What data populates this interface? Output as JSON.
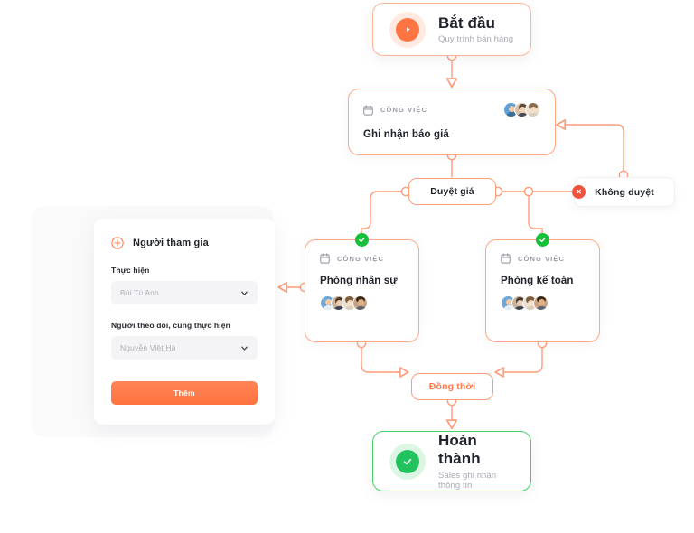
{
  "theme": {
    "accent": "#FF7A4D",
    "edge": "#FF9C79",
    "success": "#22C35E",
    "danger": "#F2533D",
    "text": "#20222B",
    "muted": "#A8A9B4",
    "field_bg": "#F4F4F6",
    "canvas": "#FFFFFF"
  },
  "flow": {
    "start_node": {
      "title": "Bắt đầu",
      "subtitle": "Quy trình bán hàng",
      "icon": "play-icon"
    },
    "task_quote": {
      "kind_label": "CÔNG VIỆC",
      "title": "Ghi nhận báo giá",
      "icon": "clipboard-icon",
      "avatar_count": 3
    },
    "decision_approve": {
      "label": "Duyệt giá"
    },
    "decision_reject": {
      "label": "Không duyệt",
      "badge_icon": "close-icon"
    },
    "task_hr": {
      "kind_label": "CÔNG VIỆC",
      "title": "Phòng nhân sự",
      "icon": "clipboard-icon",
      "avatar_count": 4,
      "badge_icon": "check-icon"
    },
    "task_accounting": {
      "kind_label": "CÔNG VIỆC",
      "title": "Phòng kế toán",
      "icon": "clipboard-icon",
      "avatar_count": 4,
      "badge_icon": "check-icon"
    },
    "gateway_parallel": {
      "label": "Đồng thời"
    },
    "end_node": {
      "title": "Hoàn thành",
      "subtitle": "Sales ghi nhận thông tin",
      "icon": "check-circle-icon"
    }
  },
  "panel": {
    "title": "Người tham gia",
    "add_icon": "plus-circle-icon",
    "fields": [
      {
        "label": "Thực hiện",
        "value": "Bùi Tú Anh",
        "icon": "chevron-down-icon"
      },
      {
        "label": "Người theo dõi, cùng thực hiện",
        "value": "Nguyễn Việt Hà",
        "icon": "chevron-down-icon"
      }
    ],
    "submit_label": "Thêm"
  }
}
